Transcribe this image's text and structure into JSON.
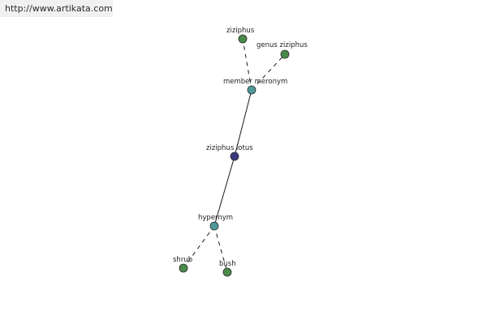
{
  "watermark": {
    "url_text": "http://www.artikata.com"
  },
  "graph": {
    "colors": {
      "leaf": "#4a8a4a",
      "relation": "#4e9a9a",
      "center": "#3a3a80",
      "edge": "#1a1a1a",
      "banner_bg": "#f1f1f1"
    },
    "nodes": {
      "ziziphus": {
        "label": "ziziphus",
        "role": "leaf"
      },
      "genus_ziziphus": {
        "label": "genus ziziphus",
        "role": "leaf"
      },
      "member_meronym": {
        "label": "member meronym",
        "role": "relation"
      },
      "ziziphus_lotus": {
        "label": "ziziphus lotus",
        "role": "center"
      },
      "hypernym": {
        "label": "hypernym",
        "role": "relation"
      },
      "shrub": {
        "label": "shrub",
        "role": "leaf"
      },
      "bush": {
        "label": "bush",
        "role": "leaf"
      }
    },
    "edges": [
      {
        "from": "ziziphus_lotus",
        "to": "member_meronym",
        "style": "solid"
      },
      {
        "from": "ziziphus_lotus",
        "to": "hypernym",
        "style": "solid"
      },
      {
        "from": "member_meronym",
        "to": "ziziphus",
        "style": "dashed"
      },
      {
        "from": "member_meronym",
        "to": "genus_ziziphus",
        "style": "dashed"
      },
      {
        "from": "hypernym",
        "to": "shrub",
        "style": "dashed"
      },
      {
        "from": "hypernym",
        "to": "bush",
        "style": "dashed"
      }
    ]
  }
}
